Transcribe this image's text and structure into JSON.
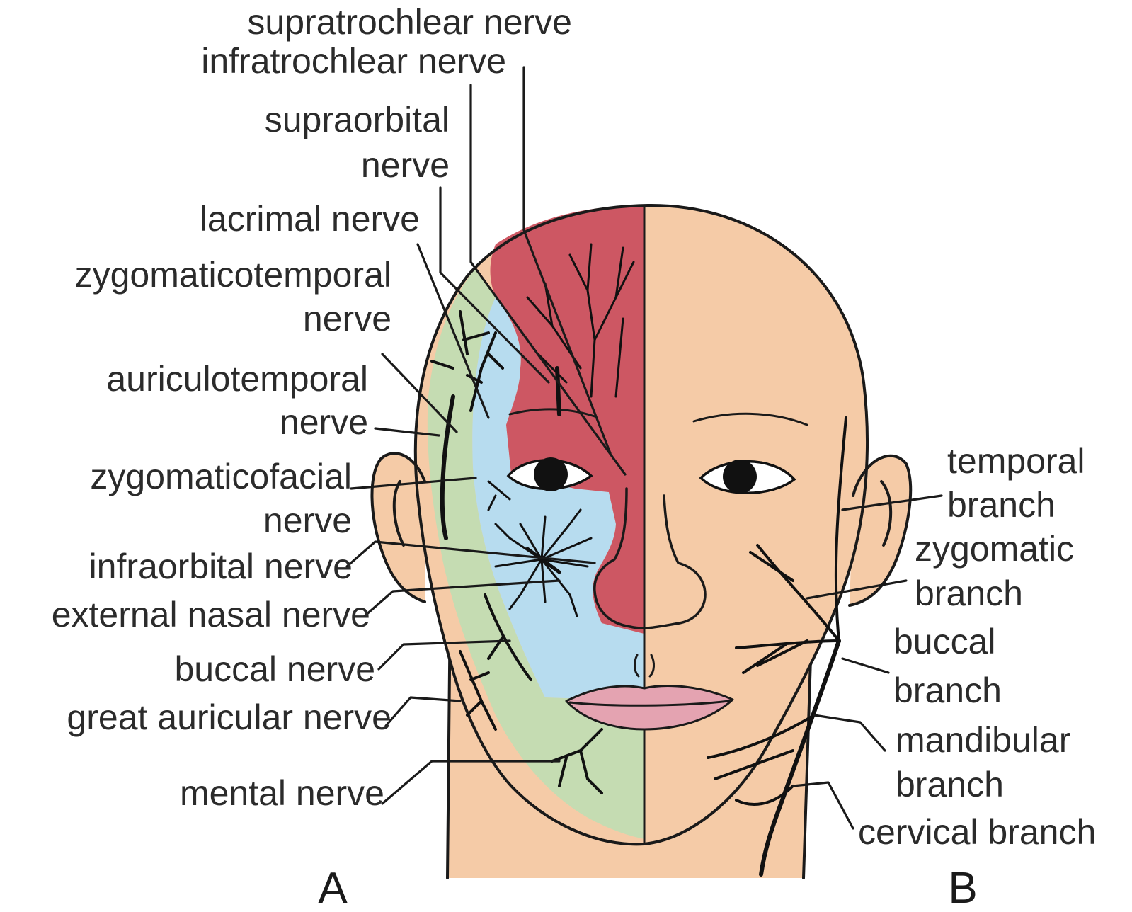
{
  "colors": {
    "skin": "#f5cba7",
    "ophthalmic_region": "#cd5763",
    "maxillary_region": "#b7dcef",
    "mandibular_region": "#c5dcb2",
    "lips": "#e4a3b1",
    "ink": "#111111"
  },
  "panels": {
    "a": "A",
    "b": "B"
  },
  "labels_left": {
    "supratrochlear": "supratrochlear nerve",
    "infratrochlear": "infratrochlear nerve",
    "supraorbital_1": "supraorbital",
    "supraorbital_2": "nerve",
    "lacrimal": "lacrimal nerve",
    "zygomaticotemporal_1": "zygomaticotemporal",
    "zygomaticotemporal_2": "nerve",
    "auriculotemporal_1": "auriculotemporal",
    "auriculotemporal_2": "nerve",
    "zygomaticofacial_1": "zygomaticofacial",
    "zygomaticofacial_2": "nerve",
    "infraorbital": "infraorbital nerve",
    "external_nasal": "external nasal nerve",
    "buccal": "buccal nerve",
    "great_auricular": "great auricular nerve",
    "mental": "mental nerve"
  },
  "labels_right": {
    "temporal_1": "temporal",
    "temporal_2": "branch",
    "zygomatic_1": "zygomatic",
    "zygomatic_2": "branch",
    "buccal_1": "buccal",
    "buccal_2": "branch",
    "mandibular_1": "mandibular",
    "mandibular_2": "branch",
    "cervical": "cervical branch"
  }
}
